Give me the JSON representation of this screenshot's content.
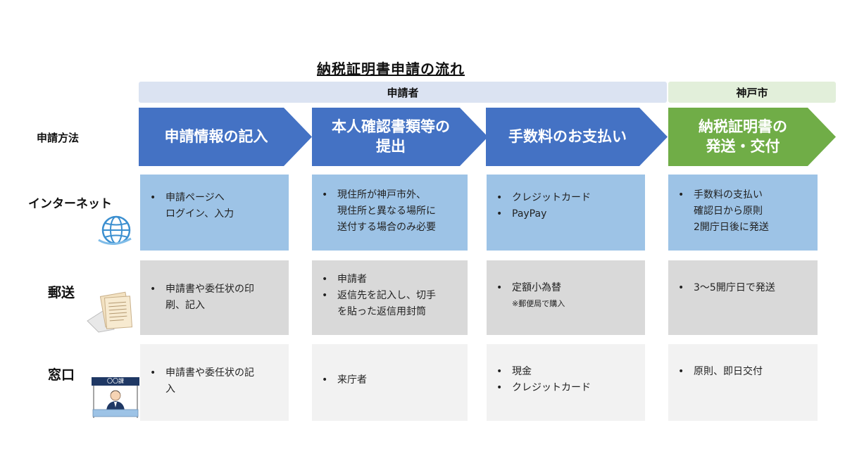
{
  "title": "納税証明書申請の流れ",
  "headers": {
    "applicant": "申請者",
    "city": "神戸市"
  },
  "method_label": "申請方法",
  "steps": [
    "申請情報の記入",
    "本人確認書類等の\n提出",
    "手数料のお支払い",
    "納税証明書の\n発送・交付"
  ],
  "rows": [
    {
      "label": "インターネット",
      "icon": "globe-icon",
      "cells": [
        {
          "items": [
            "申請ページへ\nログイン、入力"
          ]
        },
        {
          "items": [
            "現住所が神戸市外、\n現住所と異なる場所に\n送付する場合のみ必要"
          ]
        },
        {
          "items": [
            "クレジットカード",
            "PayPay"
          ]
        },
        {
          "items": [
            "手数料の支払い\n確認日から原則\n2開庁日後に発送"
          ]
        }
      ]
    },
    {
      "label": "郵送",
      "icon": "envelope-documents-icon",
      "cells": [
        {
          "items": [
            "申請書や委任状の印\n刷、記入"
          ]
        },
        {
          "items": [
            "申請者",
            "返信先を記入し、切手\nを貼った返信用封筒"
          ]
        },
        {
          "items": [
            "定額小為替"
          ],
          "note": "※郵便局で購入"
        },
        {
          "items": [
            "3～5開庁日で発送"
          ]
        }
      ]
    },
    {
      "label": "窓口",
      "icon": "counter-clerk-icon",
      "counter_sign": "〇〇課",
      "cells": [
        {
          "items": [
            "申請書や委任状の記\n入"
          ]
        },
        {
          "items": [
            "来庁者"
          ]
        },
        {
          "items": [
            "現金",
            "クレジットカード"
          ]
        },
        {
          "items": [
            "原則、即日交付"
          ]
        }
      ]
    }
  ],
  "colors": {
    "step_blue": "#4472c4",
    "step_green": "#70ad47",
    "internet_row": "#9dc3e6",
    "mail_row": "#d9d9d9",
    "counter_row": "#f2f2f2",
    "applicant_header": "#dbe3f2",
    "city_header": "#e2efda"
  }
}
